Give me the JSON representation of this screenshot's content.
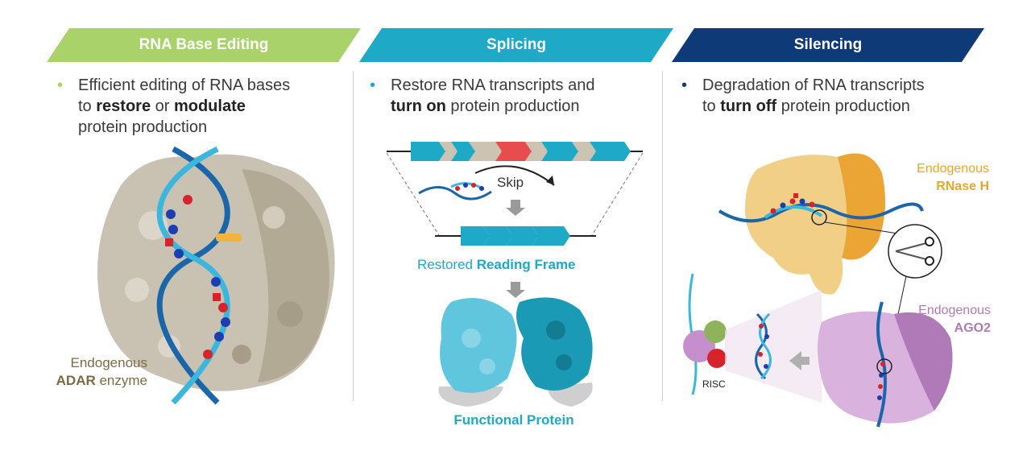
{
  "panels": [
    {
      "title": "RNA Base Editing",
      "bullet": {
        "t1": "Efficient editing of RNA bases",
        "t2": "to ",
        "b1": "restore",
        "t3": " or ",
        "b2": "modulate",
        "t4": "protein production"
      },
      "label_line1": "Endogenous",
      "label_bold": "ADAR",
      "label_rest": " enzyme"
    },
    {
      "title": "Splicing",
      "bullet": {
        "t1": "Restore RNA transcripts and",
        "b1": "turn on",
        "t2": " protein production"
      },
      "skip_label": "Skip",
      "frame_label_a": "Restored ",
      "frame_label_b": "Reading Frame",
      "protein_label": "Functional Protein"
    },
    {
      "title": "Silencing",
      "bullet": {
        "t1": "Degradation of RNA transcripts",
        "t2": "to ",
        "b1": "turn off",
        "t3": " protein production"
      },
      "rnaseh_line1": "Endogenous",
      "rnaseh_line2": "RNase H",
      "ago2_line1": "Endogenous",
      "ago2_line2": "AGO2",
      "risc_label": "RISC"
    }
  ],
  "colors": {
    "green": "#a9d36a",
    "teal": "#1ea9c6",
    "navy": "#0e3a78",
    "orange": "#e6a82a",
    "purple": "#b07ab8",
    "adar": "#7d6a45"
  },
  "icons": [
    "scissors-icon",
    "down-arrow-icon",
    "skip-arrow-icon"
  ]
}
